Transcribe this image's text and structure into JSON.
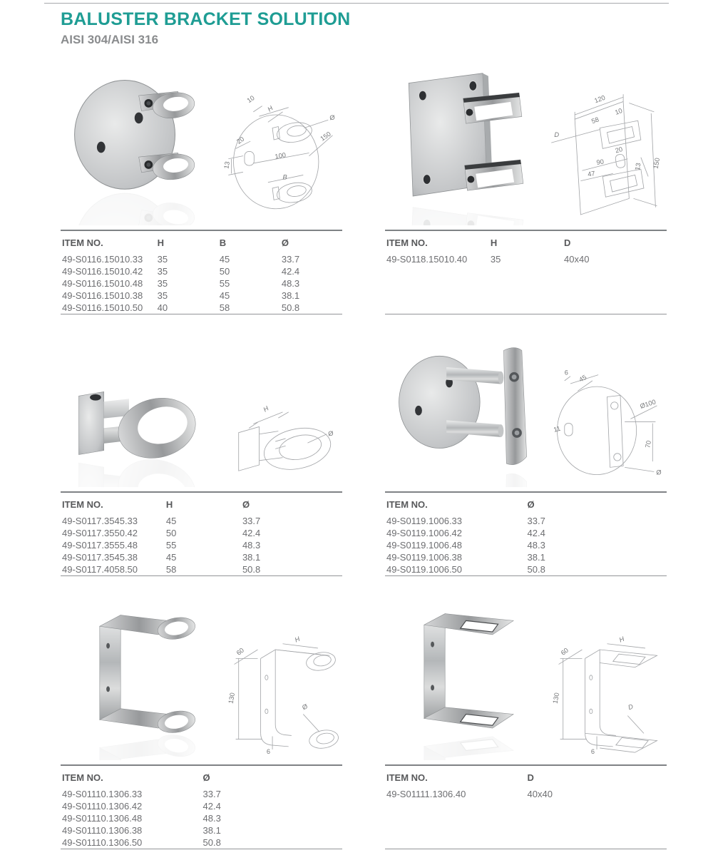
{
  "page": {
    "title": "BALUSTER BRACKET SOLUTION",
    "subtitle": "AISI 304/AISI 316",
    "accent_color": "#1f9d94",
    "text_color": "#6d6e71"
  },
  "products": [
    {
      "name": "round-plate-bracket-two-round-clamps",
      "drawing_labels": [
        "10",
        "H",
        "Ø",
        "150",
        "20",
        "100",
        "13",
        "B"
      ],
      "table": {
        "headers": [
          "ITEM NO.",
          "H",
          "B",
          "Ø"
        ],
        "rows": [
          [
            "49-S0116.15010.33",
            "35",
            "45",
            "33.7"
          ],
          [
            "49-S0116.15010.42",
            "35",
            "50",
            "42.4"
          ],
          [
            "49-S0116.15010.48",
            "35",
            "55",
            "48.3"
          ],
          [
            "49-S0116.15010.38",
            "35",
            "45",
            "38.1"
          ],
          [
            "49-S0116.15010.50",
            "40",
            "58",
            "50.8"
          ]
        ]
      }
    },
    {
      "name": "rect-plate-bracket-two-square-clamps",
      "drawing_labels": [
        "120",
        "10",
        "58",
        "D",
        "20",
        "90",
        "13",
        "150",
        "47"
      ],
      "table": {
        "headers": [
          "ITEM NO.",
          "H",
          "D"
        ],
        "rows": [
          [
            "49-S0118.15010.40",
            "35",
            "40x40"
          ]
        ]
      }
    },
    {
      "name": "single-round-clamp-bracket",
      "drawing_labels": [
        "H",
        "Ø"
      ],
      "table": {
        "headers": [
          "ITEM NO.",
          "H",
          "Ø"
        ],
        "rows": [
          [
            "49-S0117.3545.33",
            "45",
            "33.7"
          ],
          [
            "49-S0117.3550.42",
            "50",
            "42.4"
          ],
          [
            "49-S0117.3555.48",
            "55",
            "48.3"
          ],
          [
            "49-S0117.3545.38",
            "45",
            "38.1"
          ],
          [
            "49-S0117.4058.50",
            "58",
            "50.8"
          ]
        ]
      }
    },
    {
      "name": "round-plate-standoff-saddle-bracket",
      "drawing_labels": [
        "6",
        "45",
        "11",
        "Ø100",
        "70",
        "Ø"
      ],
      "table": {
        "headers": [
          "ITEM NO.",
          "Ø"
        ],
        "rows": [
          [
            "49-S0119.1006.33",
            "33.7"
          ],
          [
            "49-S0119.1006.42",
            "42.4"
          ],
          [
            "49-S0119.1006.48",
            "48.3"
          ],
          [
            "49-S0119.1006.38",
            "38.1"
          ],
          [
            "49-S0119.1006.50",
            "50.8"
          ]
        ]
      }
    },
    {
      "name": "c-bracket-round-holes",
      "drawing_labels": [
        "60",
        "H",
        "130",
        "Ø",
        "6"
      ],
      "table": {
        "headers": [
          "ITEM NO.",
          "Ø"
        ],
        "rows": [
          [
            "49-S01110.1306.33",
            "33.7"
          ],
          [
            "49-S01110.1306.42",
            "42.4"
          ],
          [
            "49-S01110.1306.48",
            "48.3"
          ],
          [
            "49-S01110.1306.38",
            "38.1"
          ],
          [
            "49-S01110.1306.50",
            "50.8"
          ]
        ]
      }
    },
    {
      "name": "c-bracket-square-holes",
      "drawing_labels": [
        "60",
        "H",
        "130",
        "D",
        "6"
      ],
      "table": {
        "headers": [
          "ITEM NO.",
          "D"
        ],
        "rows": [
          [
            "49-S01111.1306.40",
            "40x40"
          ]
        ]
      }
    }
  ]
}
